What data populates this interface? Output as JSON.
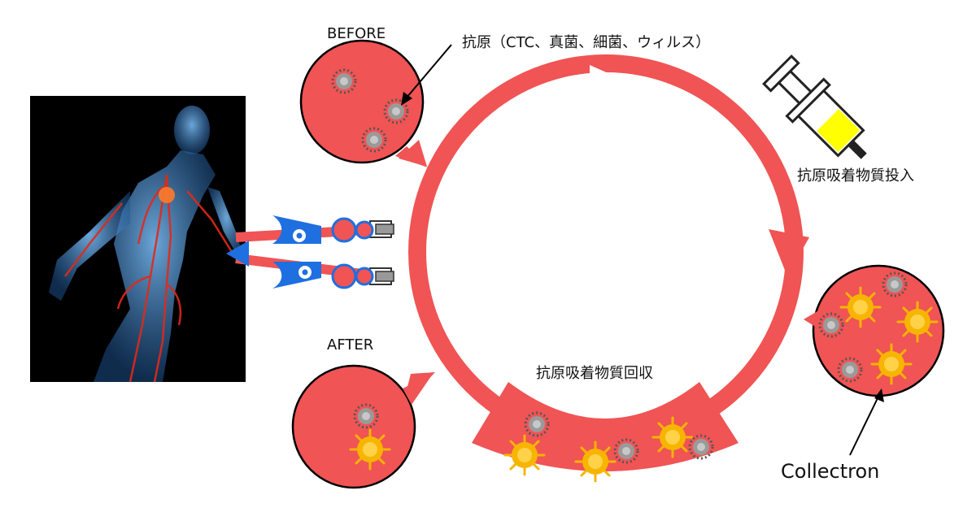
{
  "labels": {
    "before": "BEFORE",
    "after": "AFTER",
    "antigen": "抗原（CTC、真菌、細菌、ウィルス）",
    "inject": "抗原吸着物質投入",
    "recover": "抗原吸着物質回収",
    "collectron": "Collectron"
  },
  "colors": {
    "loop": "#f05454",
    "body_bg": "#000000",
    "body_glow": "#4aa3ff",
    "vessel": "#e02a1a",
    "connector": "#1e6fe0",
    "antigen": "#9a9a9a",
    "adsorbent": "#f7b500",
    "syringe_fill": "#ffff00"
  },
  "icons": [
    "antigen-particle-icon",
    "adsorbent-particle-icon",
    "syringe-icon",
    "clamp-icon",
    "human-body-icon"
  ]
}
